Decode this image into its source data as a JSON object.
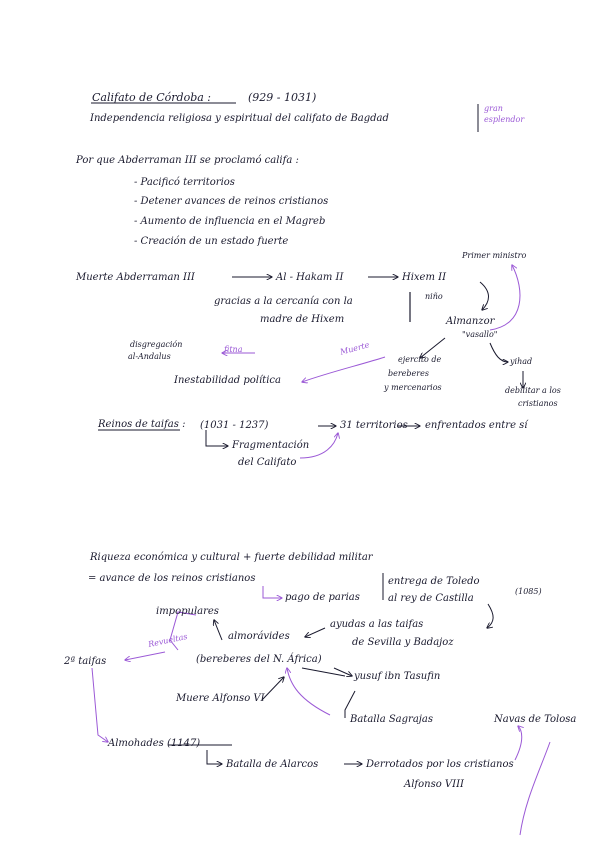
{
  "colors": {
    "ink": "#1a1a2e",
    "accent": "#9b59d6"
  },
  "top": {
    "title": "Califato de Córdoba :",
    "dates": "(929 - 1031)",
    "line1": "Independencia religiosa y espiritual del califato de Bagdad",
    "side_gran": "gran",
    "side_esplendor": "esplendor",
    "por_que": "Por que Abderraman III se proclamó califa :",
    "bullets": [
      "- Pacificó territorios",
      "- Detener avances de reinos cristianos",
      "- Aumento de influencia en el Magreb",
      "- Creación de un estado fuerte"
    ],
    "primer_ministro": "Primer ministro",
    "muerte_abd": "Muerte Abderraman III",
    "al_hakam": "Al - Hakam II",
    "hixem": "Hixem II",
    "nino": "niño",
    "gracias_1": "gracias a la cercanía con la",
    "gracias_2": "madre de Hixem",
    "almanzor": "Almanzor",
    "vasallo": "\"vasallo\"",
    "muerte": "Muerte",
    "ejercito_1": "ejercito de",
    "ejercito_2": "bereberes",
    "ejercito_3": "y mercenarios",
    "yihad": "yihad",
    "debilitar_1": "debilitar a los",
    "debilitar_2": "cristianos",
    "disgregacion_1": "disgregación",
    "disgregacion_2": "al-Andalus",
    "fitna": "fitna",
    "inestabilidad": "Inestabilidad política",
    "reinos_taifas": "Reinos de taifas :",
    "taifas_dates": "(1031 - 1237)",
    "territorios": "31 territorios",
    "enfrentados": "enfrentados entre sí",
    "fragmentacion_1": "Fragmentación",
    "fragmentacion_2": "del Califato"
  },
  "bottom": {
    "riqueza": "Riqueza económica y cultural + fuerte debilidad militar",
    "avance": "= avance de los reinos cristianos",
    "pago_parias": "pago de parias",
    "entrega_1": "entrega de Toledo",
    "entrega_2": "al rey de Castilla",
    "entrega_year": "(1085)",
    "impopulares": "impopulares",
    "revueltas": "Revueltas",
    "almoravides": "almorávides",
    "ayudas_1": "ayudas a las taifas",
    "ayudas_2": "de Sevilla y Badajoz",
    "segundas_taifas": "2ª taifas",
    "bereberes_norte": "(bereberes del N. África)",
    "yusuf": "yusuf ibn Tasufin",
    "muere_alfonso": "Muere Alfonso VI",
    "batalla_sagrajas": "Batalla Sagrajas",
    "navas_tolosa": "Navas de Tolosa",
    "almohades": "Almohades (1147)",
    "batalla_alarcos": "Batalla de Alarcos",
    "derrotados": "Derrotados por los cristianos",
    "alfonso_viii": "Alfonso VIII"
  }
}
